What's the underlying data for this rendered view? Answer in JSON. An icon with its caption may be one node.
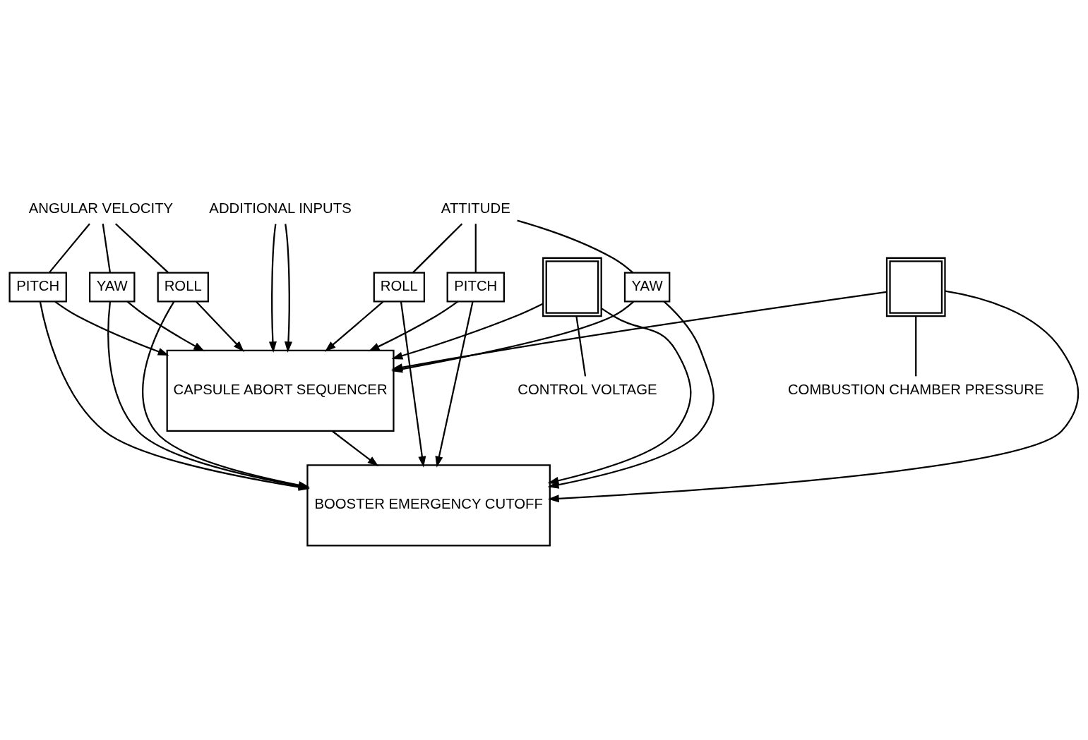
{
  "diagram": {
    "nodes": [
      {
        "text": [
          "ATTITUDE"
        ]
      },
      {
        "text": [
          "PITCH"
        ]
      },
      {
        "text": [
          "YAW"
        ]
      },
      {
        "text": [
          "ROLL"
        ]
      },
      {
        "text": [
          "ANGULAR VELOCITY"
        ]
      },
      {
        "text": [
          "PITCH"
        ]
      },
      {
        "text": [
          "YAW"
        ]
      },
      {
        "text": [
          "ROLL"
        ]
      },
      {
        "text": [
          "ADDITIONAL INPUTS"
        ]
      },
      {
        "text": [
          "CAPSULE ABORT SEQUENCER"
        ]
      },
      {
        "text": [
          "BOOSTER EMERGENCY CUTOFF"
        ]
      },
      {
        "text": [],
        "shape": "box"
      },
      {
        "text": [
          "CONTROL VOLTAGE"
        ]
      },
      {
        "text": [],
        "shape": "box"
      },
      {
        "text": [
          "COMBUSTION CHAMBER PRESSURE"
        ]
      }
    ],
    "edges": [
      {
        "from": 0,
        "to": 1,
        "arrow": "none"
      },
      {
        "from": 0,
        "to": 2,
        "arrow": "none"
      },
      {
        "from": 0,
        "to": 3,
        "arrow": "none"
      },
      {
        "from": 4,
        "to": 5,
        "arrow": "none"
      },
      {
        "from": 4,
        "to": 6,
        "arrow": "none"
      },
      {
        "from": 4,
        "to": 7,
        "arrow": "none"
      },
      {
        "from": 1,
        "to": 9,
        "arrow": "to"
      },
      {
        "from": 2,
        "to": 9,
        "arrow": "to"
      },
      {
        "from": 3,
        "to": 9,
        "arrow": "to"
      },
      {
        "from": 5,
        "to": 9,
        "arrow": "to"
      },
      {
        "from": 6,
        "to": 9,
        "arrow": "to"
      },
      {
        "from": 7,
        "to": 9,
        "arrow": "to"
      },
      {
        "from": 11,
        "to": 9,
        "arrow": "to"
      },
      {
        "from": 13,
        "to": 9,
        "arrow": "to"
      },
      {
        "from": 1,
        "to": 10,
        "arrow": "to"
      },
      {
        "from": 2,
        "to": 10,
        "arrow": "to"
      },
      {
        "from": 3,
        "to": 10,
        "arrow": "to"
      },
      {
        "from": 5,
        "to": 10,
        "arrow": "to"
      },
      {
        "from": 6,
        "to": 10,
        "arrow": "to"
      },
      {
        "from": 7,
        "to": 10,
        "arrow": "to"
      },
      {
        "from": 11,
        "to": 10,
        "arrow": "to"
      },
      {
        "from": 13,
        "to": 10,
        "arrow": "to"
      },
      {
        "from": 8,
        "to": 9,
        "arrow": "to"
      },
      {
        "from": 8,
        "to": 9,
        "arrow": "to"
      },
      {
        "from": 9,
        "to": 10,
        "arrow": "to"
      },
      {
        "from": 11,
        "to": 12,
        "arrow": "none"
      },
      {
        "from": 13,
        "to": 14,
        "arrow": "none"
      }
    ]
  }
}
